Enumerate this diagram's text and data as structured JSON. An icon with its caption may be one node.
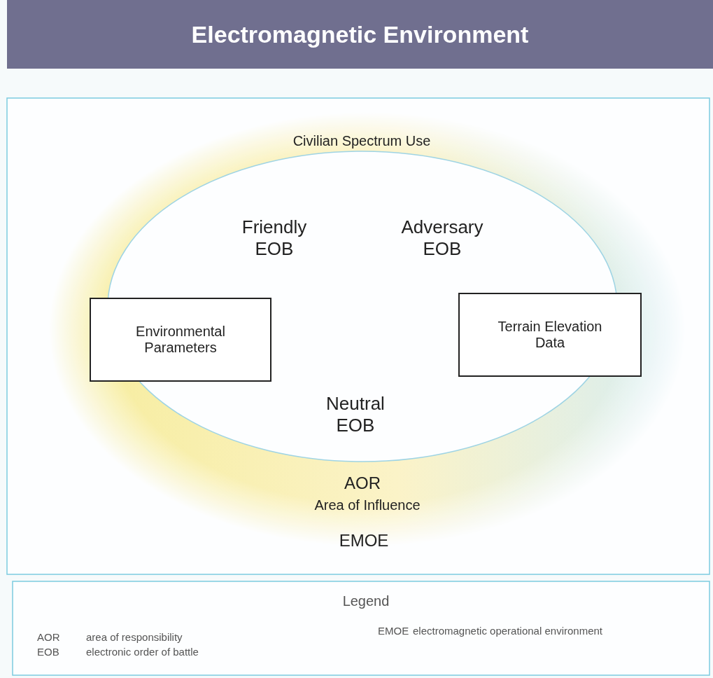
{
  "diagram": {
    "title": "Electromagnetic Environment",
    "nodes": [
      {
        "text": [
          "Civilian Spectrum Use"
        ]
      },
      {
        "text": [
          "Friendly EOB",
          "Adversary EOB",
          "Neutral EOB"
        ],
        "in": 0
      },
      {
        "text": [
          "Environmental Parameters"
        ],
        "in": 0
      },
      {
        "text": [
          "Terrain Elevation Data"
        ],
        "in": 0
      }
    ],
    "edges": [],
    "labels": [
      "AOR",
      "Area of Influence",
      "EMOE",
      "Legend",
      "AOR",
      "area of responsibility",
      "EOB",
      "electronic order of battle",
      "EMOE",
      "electromagnetic operational environment"
    ]
  }
}
